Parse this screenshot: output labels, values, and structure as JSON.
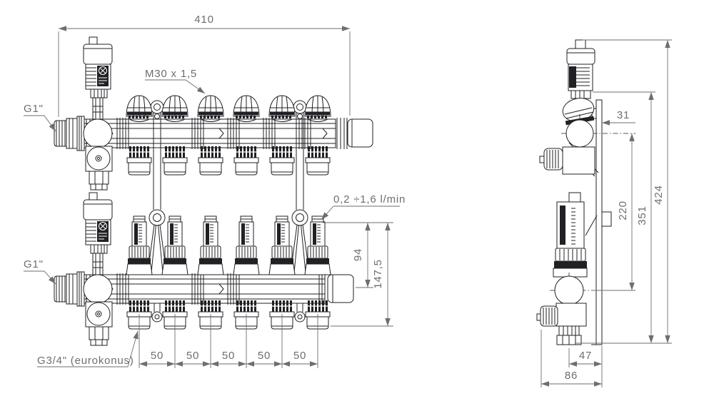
{
  "colors": {
    "background": "#ffffff",
    "drawing_line": "#202124",
    "dimension_line": "#6d6e70"
  },
  "front_view": {
    "overall_width_dim": "410",
    "valve_thread_label": "M30 x 1,5",
    "supply_thread_label": "G1\"",
    "return_thread_label": "G1\"",
    "flow_scale_label": "0,2 ÷1,6 l/min",
    "meter_to_axis_dim": "94",
    "meter_to_outlet_dim": "147,5",
    "outlet_thread_label": "G3/4\" (eurokonus)",
    "outlet_spacing_dims": [
      "50",
      "50",
      "50",
      "50",
      "50"
    ]
  },
  "side_view": {
    "axis_to_wall_dim": "31",
    "axes_spacing_dim": "220",
    "bracket_height_dim": "351",
    "overall_height_dim": "424",
    "outlet_to_wall_dim": "47",
    "overall_depth_dim": "86"
  }
}
